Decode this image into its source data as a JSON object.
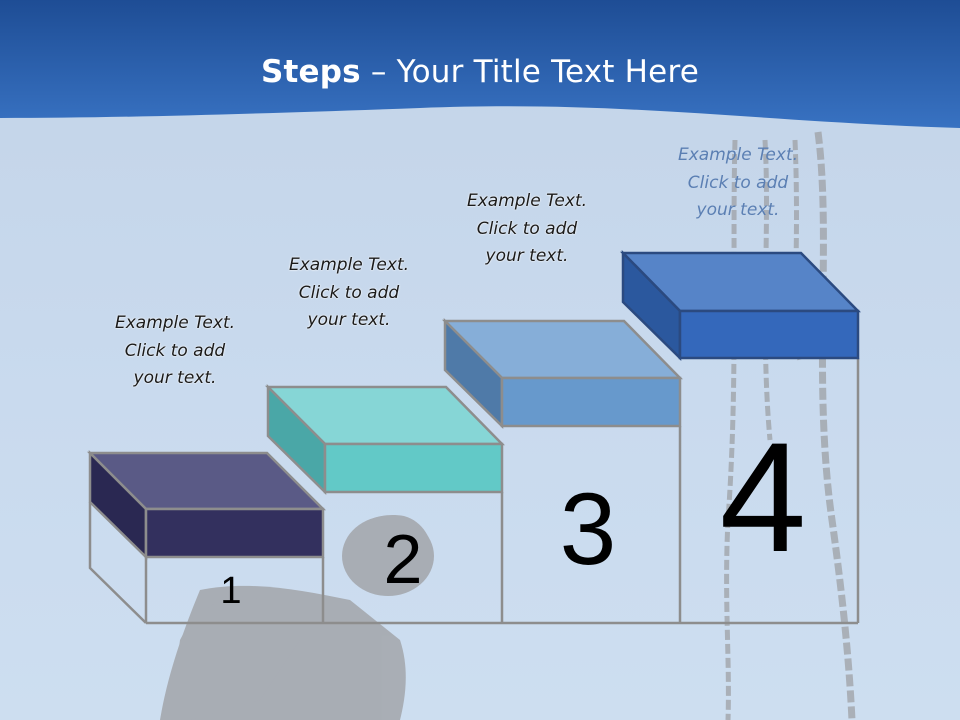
{
  "slide": {
    "title_bold": "Steps",
    "title_rest": " – Your Title Text Here"
  },
  "steps": [
    {
      "number": "1",
      "color_front": "#33305e",
      "color_top": "#5a5a86",
      "color_side": "#2a2852",
      "caption": [
        "Example Text.",
        "Click  to add",
        "your text."
      ]
    },
    {
      "number": "2",
      "color_front": "#62c9c7",
      "color_top": "#86d6d6",
      "color_side": "#4aa7a7",
      "caption": [
        "Example Text.",
        "Click  to add",
        "your text."
      ]
    },
    {
      "number": "3",
      "color_front": "#6799cc",
      "color_top": "#86aed8",
      "color_side": "#4f7aa8",
      "caption": [
        "Example Text.",
        "Click  to add",
        "your text."
      ]
    },
    {
      "number": "4",
      "color_front": "#3468bb",
      "color_top": "#5684c8",
      "color_side": "#2b589e",
      "caption": [
        "Example Text.",
        "Click  to add",
        "your text."
      ]
    }
  ],
  "colors": {
    "header_dark": "#1f4e96",
    "header_light": "#3c74c2",
    "background": "#c8d9ed",
    "outline": "#8a8a8a",
    "silhouette": "#a9adb4"
  }
}
